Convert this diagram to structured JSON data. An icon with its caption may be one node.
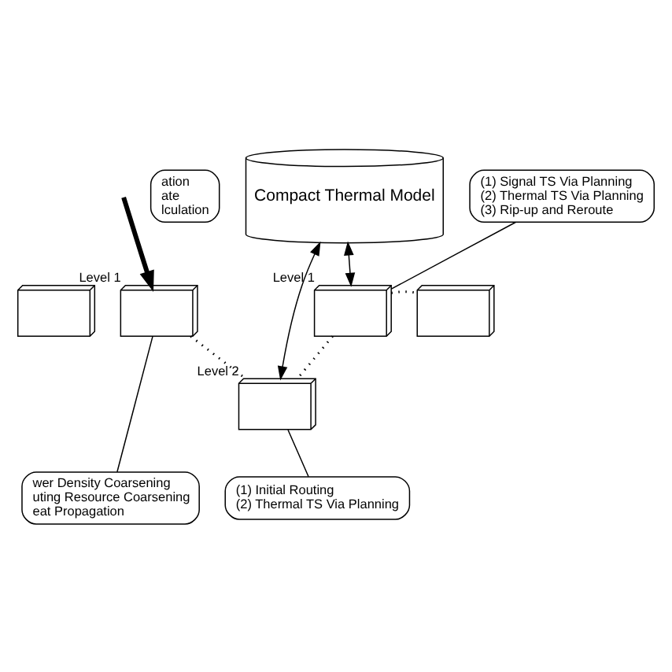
{
  "diagram": {
    "nodes": [
      {
        "text": [
          "ation",
          "ate",
          "lculation"
        ]
      },
      {
        "text": [
          "Compact Thermal Model"
        ]
      },
      {
        "text": [
          "(1) Signal TS Via Planning",
          "(2) Thermal TS Via Planning",
          "(3) Rip-up and Reroute"
        ]
      },
      {
        "text": [],
        "shape": "box"
      },
      {
        "text": [],
        "shape": "box",
        "beside": [
          "Level 1"
        ]
      },
      {
        "text": [],
        "shape": "box",
        "beside": [
          "Level 2"
        ]
      },
      {
        "text": [],
        "shape": "box",
        "beside": [
          "Level 1"
        ]
      },
      {
        "text": [],
        "shape": "box"
      },
      {
        "text": [
          "wer Density Coarsening",
          "uting Resource Coarsening",
          "eat Propagation"
        ]
      },
      {
        "text": [
          "(1) Initial Routing",
          "(2) Thermal TS Via Planning"
        ]
      }
    ],
    "edges": [
      {
        "from": 1,
        "to": 5,
        "arrow": "both"
      },
      {
        "from": 1,
        "to": 6,
        "arrow": "both"
      },
      {
        "from": 2,
        "to": 6,
        "arrow": "none"
      },
      {
        "from": 8,
        "to": 4,
        "arrow": "none"
      },
      {
        "from": 9,
        "to": 5,
        "arrow": "none"
      },
      {
        "from": 4,
        "to": 5,
        "arrow": "none",
        "style": "dashed"
      },
      {
        "from": 5,
        "to": 6,
        "arrow": "none",
        "style": "dashed"
      },
      {
        "from": 6,
        "to": 7,
        "arrow": "none",
        "style": "dashed"
      },
      {
        "from": null,
        "to": 4,
        "arrow": "to",
        "style": "thick"
      }
    ]
  }
}
